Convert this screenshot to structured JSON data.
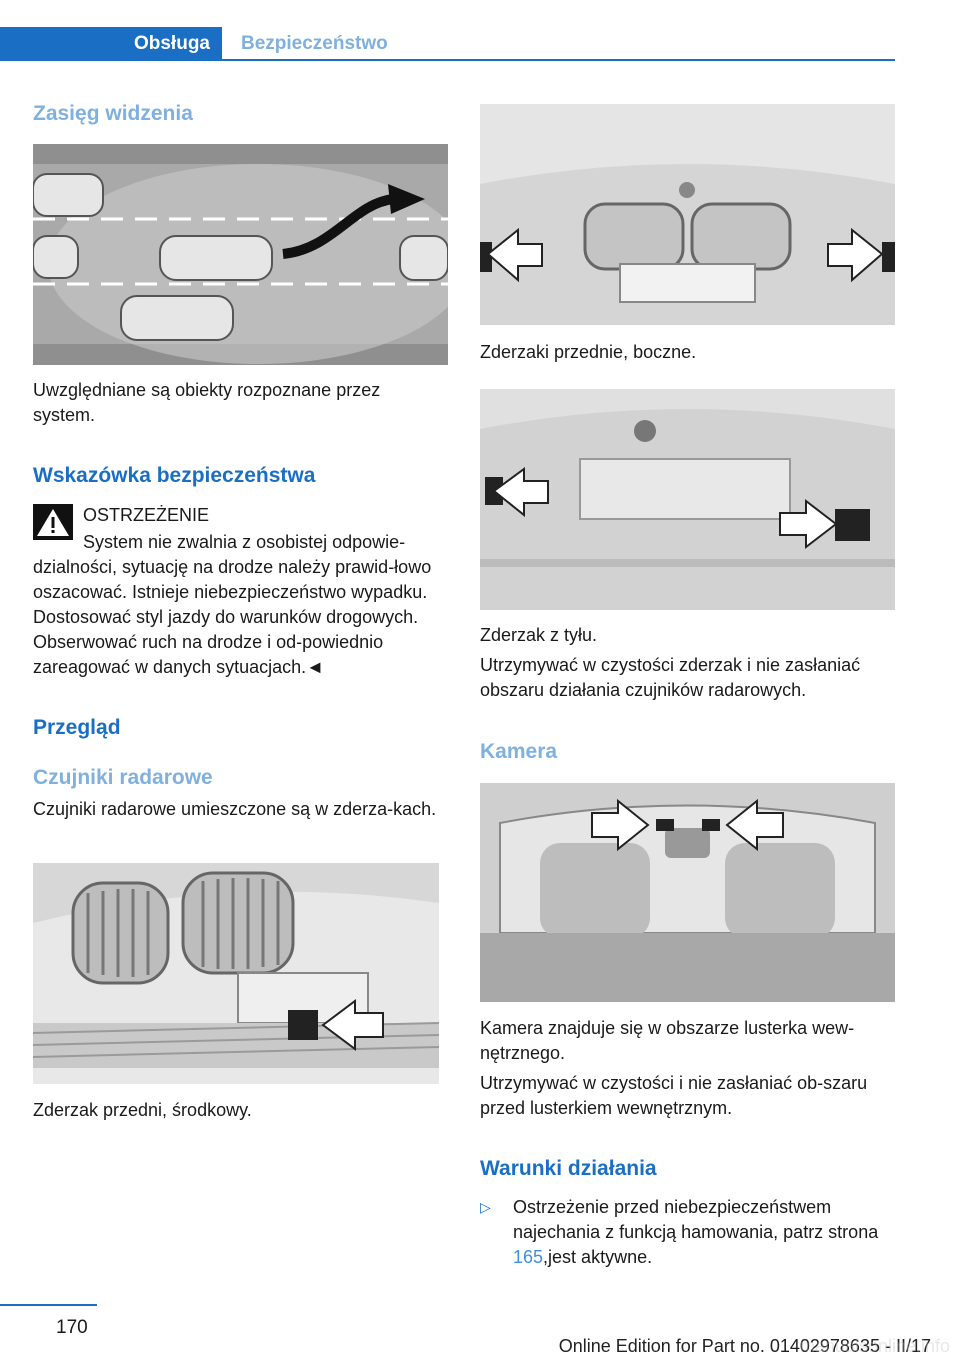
{
  "header": {
    "tab_active": "Obsługa",
    "tab_inactive": "Bezpieczeństwo"
  },
  "left": {
    "heading_range": "Zasięg widzenia",
    "caption_range": "Uwzględniane są obiekty rozpoznane przez system.",
    "heading_safety": "Wskazówka bezpieczeństwa",
    "warning_title": "OSTRZEŻENIE",
    "warning_text": "System nie zwalnia z osobistej odpowie-dzialności, sytuację na drodze należy prawid-łowo oszacować. Istnieje niebezpieczeństwo wypadku. Dostosować styl jazdy do warunków drogowych. Obserwować ruch na drodze i od-powiednio zareagować w danych sytuacjach.◄",
    "heading_overview": "Przegląd",
    "heading_radar": "Czujniki radarowe",
    "radar_text": "Czujniki radarowe umieszczone są w zderza-kach.",
    "caption_front_center": "Zderzak przedni, środkowy."
  },
  "right": {
    "caption_front_side": "Zderzaki przednie, boczne.",
    "caption_rear": "Zderzak z tyłu.",
    "rear_text": "Utrzymywać w czystości zderzak i nie zasłaniać obszaru działania czujników radarowych.",
    "heading_camera": "Kamera",
    "camera_caption": "Kamera znajduje się w obszarze lusterka wew-nętrznego.",
    "camera_text": "Utrzymywać w czystości i nie zasłaniać ob-szaru przed lusterkiem wewnętrznym.",
    "heading_conditions": "Warunki działania",
    "bullet_text_before": "Ostrzeżenie przed niebezpieczeństwem najechania z funkcją hamowania, patrz strona",
    "bullet_link": "165",
    "bullet_text_after": ",jest aktywne."
  },
  "footer": {
    "page_number": "170",
    "edition": "Online Edition for Part no. 01402978635 - II/17",
    "watermark": "manualsonline.info"
  },
  "colors": {
    "accent": "#1a6fc4",
    "accent_light": "#7fb0de",
    "link": "#3d8fe0"
  }
}
